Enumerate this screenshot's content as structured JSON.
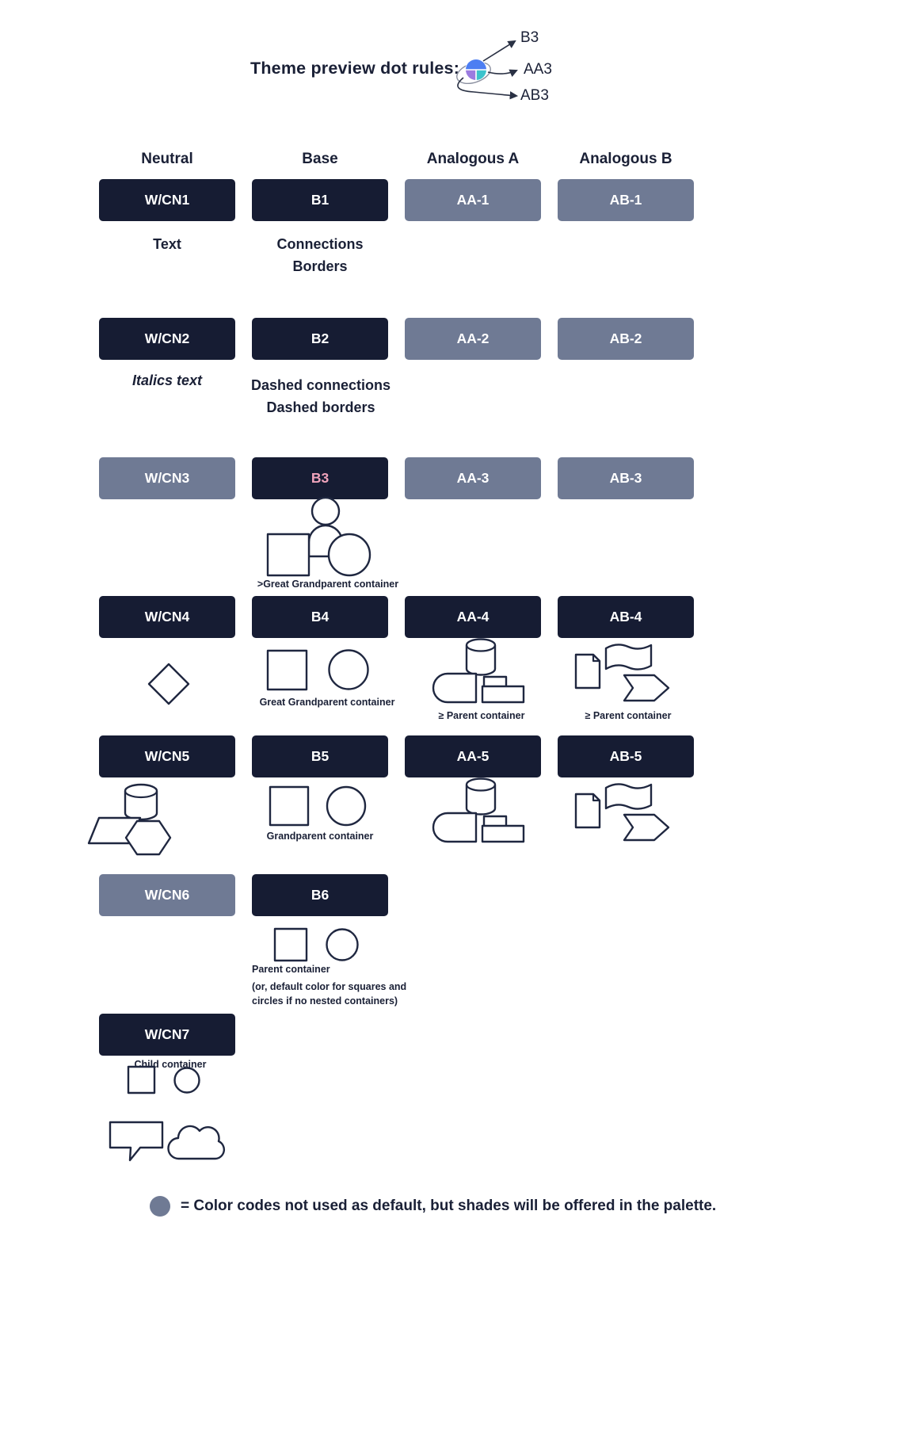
{
  "colors": {
    "dark_navy": "#161c33",
    "slate_gray": "#6f7a94",
    "pink_label": "#efa3bb",
    "shape_stroke": "#1f2740",
    "dot_blue": "#4d7ef2",
    "dot_purple": "#9b7ce0",
    "dot_teal": "#3bc3cc"
  },
  "header": {
    "title": "Theme preview dot rules:",
    "dot_labels": {
      "b3": "B3",
      "aa3": "AA3",
      "ab3": "AB3"
    }
  },
  "column_headers": {
    "neutral": "Neutral",
    "base": "Base",
    "analogous_a": "Analogous A",
    "analogous_b": "Analogous B"
  },
  "swatches": {
    "wcn1": "W/CN1",
    "b1": "B1",
    "aa1": "AA-1",
    "ab1": "AB-1",
    "wcn2": "W/CN2",
    "b2": "B2",
    "aa2": "AA-2",
    "ab2": "AB-2",
    "wcn3": "W/CN3",
    "b3": "B3",
    "aa3": "AA-3",
    "ab3": "AB-3",
    "wcn4": "W/CN4",
    "b4": "B4",
    "aa4": "AA-4",
    "ab4": "AB-4",
    "wcn5": "W/CN5",
    "b5": "B5",
    "aa5": "AA-5",
    "ab5": "AB-5",
    "wcn6": "W/CN6",
    "b6": "B6",
    "wcn7": "W/CN7"
  },
  "annotations": {
    "text": "Text",
    "connections": "Connections",
    "borders": "Borders",
    "italics_text": "Italics text",
    "dashed_connections": "Dashed connections",
    "dashed_borders": "Dashed borders",
    "gt_great_grandparent": ">Great Grandparent container",
    "great_grandparent": "Great Grandparent container",
    "gte_parent": "≥ Parent container",
    "grandparent": "Grandparent container",
    "parent_container": "Parent container",
    "parent_note_line1": "(or, default color for squares and",
    "parent_note_line2": "circles if no nested containers)",
    "child_container": "Child container"
  },
  "legend": {
    "text": "= Color codes not used as default, but shades will be offered in the palette."
  }
}
